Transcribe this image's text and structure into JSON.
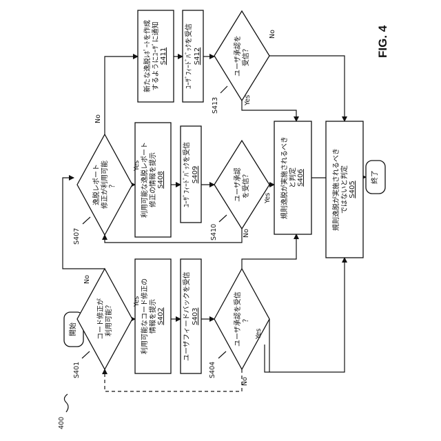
{
  "figure": {
    "label": "FIG. 4",
    "reference": "400"
  },
  "nodes": {
    "start": {
      "text": "開始"
    },
    "d401": {
      "lines": [
        "コード修正が",
        "利用可能？"
      ],
      "ref": "S401"
    },
    "b402": {
      "lines": [
        "利用可能なコード修正の",
        "情報を提示"
      ],
      "step": "S402"
    },
    "b403": {
      "lines": [
        "ユーザフィードバックを受信"
      ],
      "step": "S403"
    },
    "d404": {
      "lines": [
        "ユーザ承認を受信",
        "？"
      ],
      "ref": "S404"
    },
    "d407": {
      "lines": [
        "逸脱レポート",
        "修正が利用可能",
        "？"
      ],
      "ref": "S407"
    },
    "b408": {
      "lines": [
        "利用可能な逸脱レポート",
        "修正の情報を提示"
      ],
      "step": "S408"
    },
    "b409": {
      "lines": [
        "ﾕｰｻﾞﾌｨｰﾄﾞﾊﾞｯｸを受信"
      ],
      "step": "S409"
    },
    "d410": {
      "lines": [
        "ユーザ承認",
        "を受信？"
      ],
      "ref": "S410"
    },
    "b411": {
      "lines": [
        "新たな逸脱ﾚﾎﾟｰﾄを作成",
        "するようにﾕｰｻﾞに通知"
      ],
      "step": "S411"
    },
    "b412": {
      "lines": [
        "ﾕｰｻﾞﾌｨｰﾄﾞﾊﾞｯｸを受信"
      ],
      "step": "S412"
    },
    "d413": {
      "lines": [
        "ユーザ承認を",
        "受信？"
      ],
      "ref": "S413"
    },
    "b406": {
      "lines": [
        "規則逸脱が実施されるべき",
        "と判定"
      ],
      "step": "S406"
    },
    "b405": {
      "lines": [
        "規則逸脱が実施されるべき",
        "ではないと判定"
      ],
      "step": "S405"
    },
    "end": {
      "text": "終了"
    }
  },
  "branch_labels": {
    "yes": "Yes",
    "no": "No"
  }
}
